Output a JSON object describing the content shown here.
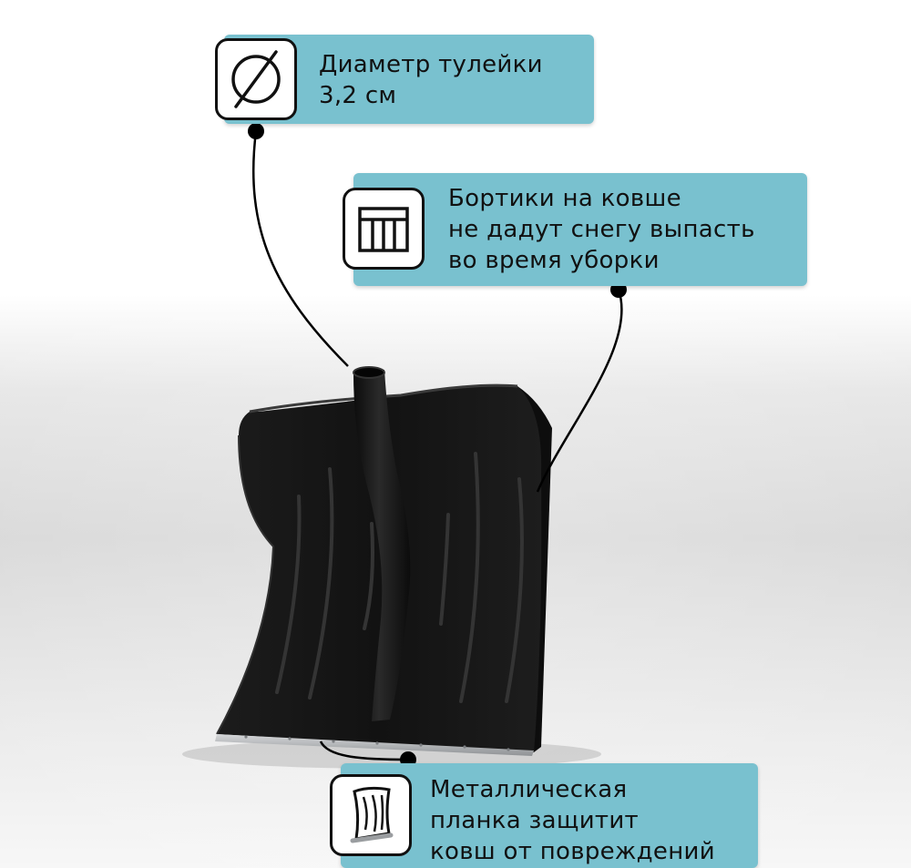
{
  "callouts": {
    "diameter": {
      "icon": "diameter-icon",
      "line1": "Диаметр тулейки",
      "line2": "3,2 см"
    },
    "sides": {
      "icon": "bucket-sides-icon",
      "line1": "Бортики на ковше",
      "line2": "не дадут снегу выпасть",
      "line3": "во время уборки"
    },
    "blade": {
      "icon": "metal-strip-icon",
      "line1": "Металлическая",
      "line2": "планка защитит",
      "line3": "ковш от повреждений"
    }
  },
  "colors": {
    "callout_bg": "#79c1cf",
    "shovel": "#151515",
    "metal_strip": "#b9bcc0"
  }
}
